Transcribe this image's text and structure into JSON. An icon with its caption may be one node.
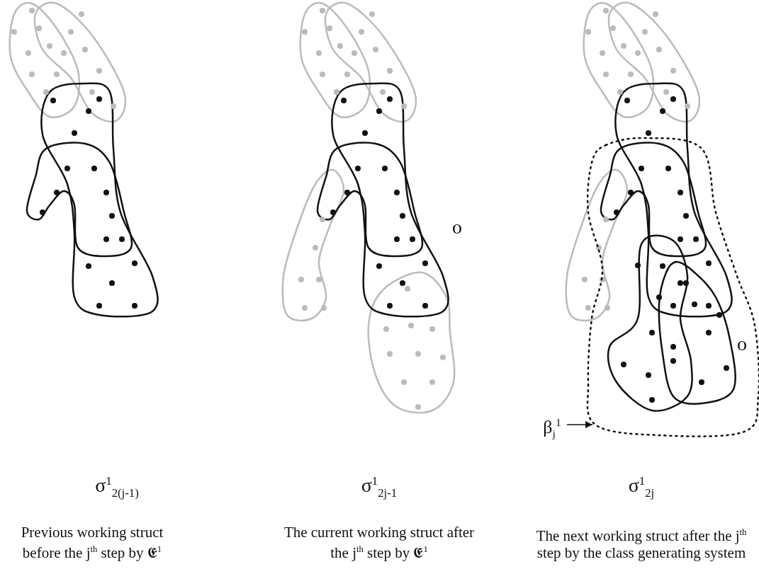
{
  "diagram": {
    "nodes": [
      {
        "text": [
          "β$_{j}$$^{1}$"
        ]
      },
      {
        "text": [],
        "shape": "cloud"
      }
    ],
    "edges": [
      {
        "from": 0,
        "to": 1,
        "arrow": "to"
      }
    ],
    "labels": [
      "o",
      "o",
      "σ$^{1}$$_{2(j-1)}$",
      "σ$^{1}$$_{2j-1}$",
      "σ$^{1}$$_{2j}$",
      "Previous working struct before the j$^{th}$ step by 𝕰$^{1}$",
      "The current working struct after the j$^{th}$ step by 𝕰$^{1}$",
      "The next working struct after the j$^{th}$ step by the class generating system"
    ]
  }
}
